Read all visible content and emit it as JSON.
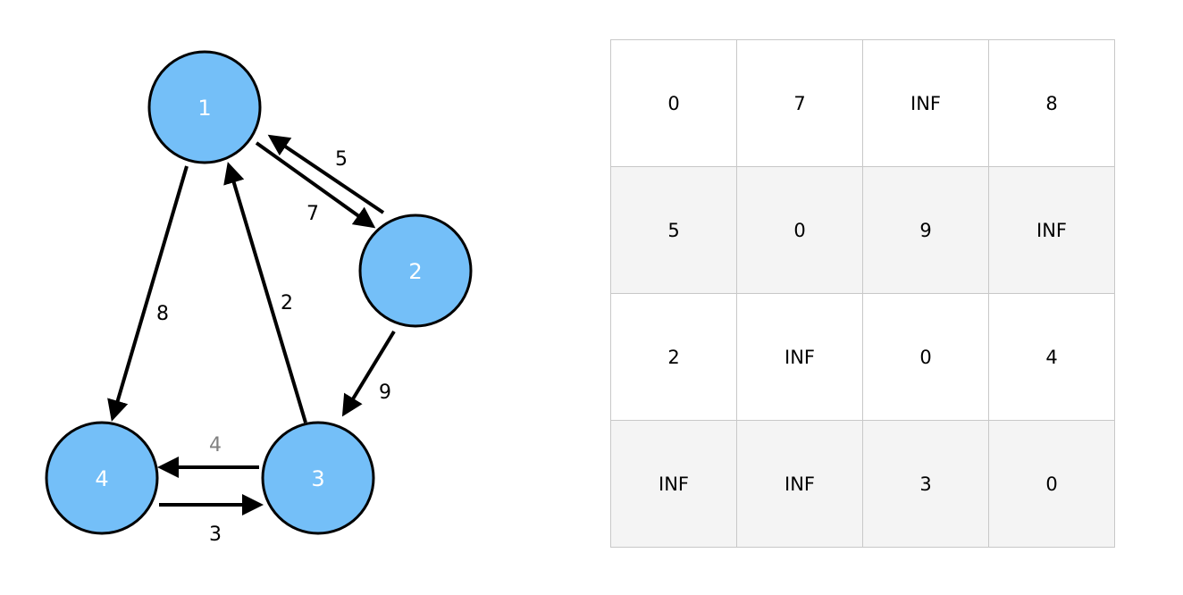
{
  "graph": {
    "node_fill": "#74bff8",
    "node_stroke": "#000000",
    "label_color": "#ffffff",
    "edge_color": "#000000",
    "muted_label_color": "#808080",
    "nodes": [
      {
        "id": "1",
        "label": "1"
      },
      {
        "id": "2",
        "label": "2"
      },
      {
        "id": "3",
        "label": "3"
      },
      {
        "id": "4",
        "label": "4"
      }
    ],
    "edges": [
      {
        "from": "1",
        "to": "2",
        "weight": "7"
      },
      {
        "from": "2",
        "to": "1",
        "weight": "5"
      },
      {
        "from": "1",
        "to": "4",
        "weight": "8"
      },
      {
        "from": "3",
        "to": "1",
        "weight": "2"
      },
      {
        "from": "2",
        "to": "3",
        "weight": "9"
      },
      {
        "from": "3",
        "to": "4",
        "weight": "4"
      },
      {
        "from": "4",
        "to": "3",
        "weight": "3"
      }
    ]
  },
  "matrix": {
    "rows": [
      [
        "0",
        "7",
        "INF",
        "8"
      ],
      [
        "5",
        "0",
        "9",
        "INF"
      ],
      [
        "2",
        "INF",
        "0",
        "4"
      ],
      [
        "INF",
        "INF",
        "3",
        "0"
      ]
    ]
  }
}
